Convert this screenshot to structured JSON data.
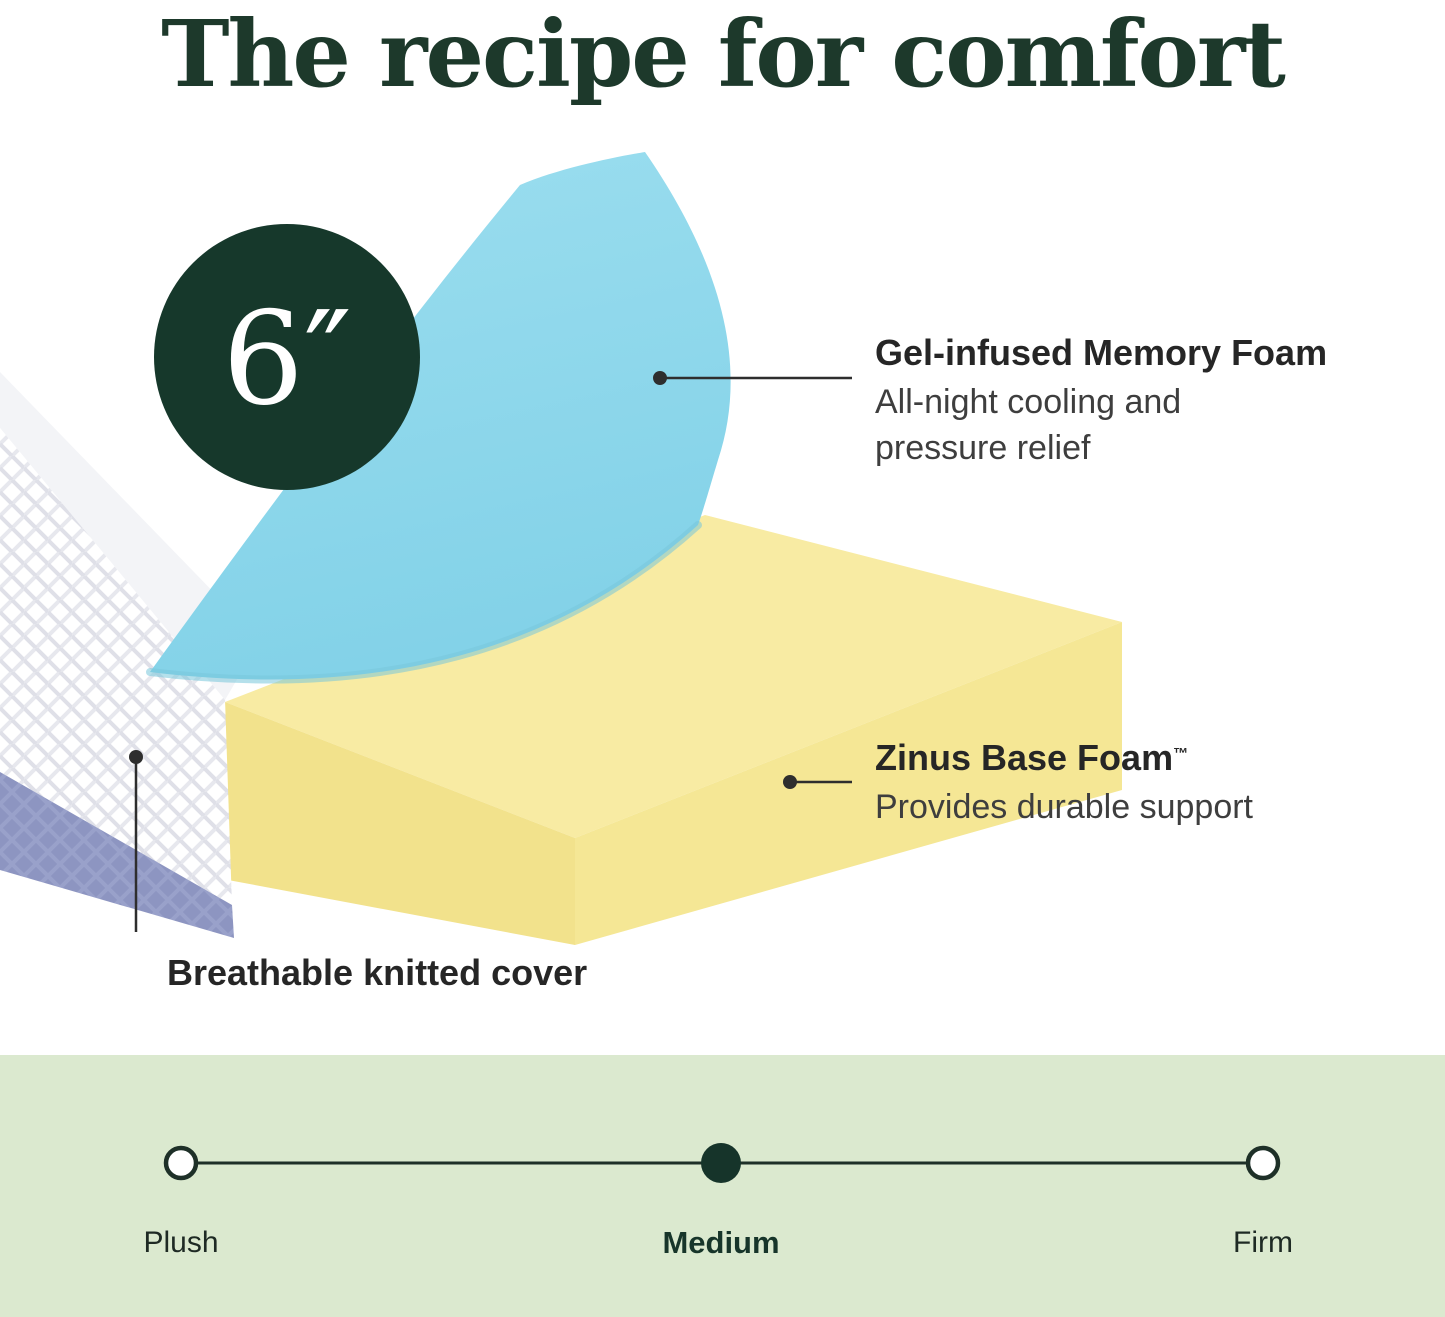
{
  "title": "The recipe for comfort",
  "diagram": {
    "thickness_badge": "6″",
    "callouts": {
      "gel": {
        "heading": "Gel-infused Memory Foam",
        "body": [
          "All-night cooling and",
          "pressure relief"
        ]
      },
      "base": {
        "heading": "Zinus Base Foam",
        "trademark": "™",
        "body": [
          "Provides durable support"
        ]
      },
      "cover": {
        "heading": "Breathable knitted cover"
      }
    },
    "layers": [
      {
        "name": "gel-infused-memory-foam",
        "color": "#8ed7eb"
      },
      {
        "name": "zinus-base-foam",
        "color": "#f6e89c"
      },
      {
        "name": "breathable-knitted-cover",
        "color": "#fbfcfe"
      },
      {
        "name": "cover-base-band",
        "color": "#8d95c1"
      }
    ]
  },
  "firmness_scale": {
    "selected": "Medium",
    "options": [
      {
        "label": "Plush",
        "selected": false
      },
      {
        "label": "Medium",
        "selected": true
      },
      {
        "label": "Firm",
        "selected": false
      }
    ]
  },
  "colors": {
    "title_green": "#1d392b",
    "badge_green": "#16382b",
    "memory_foam_blue": "#8ed7eb",
    "base_foam_yellow": "#f6e89c",
    "cover_band_purple": "#8d95c1",
    "scale_background": "#dbe9cf",
    "scale_dark": "#1e3028",
    "text_dark": "#262626",
    "text_body": "#3e3e3e"
  }
}
